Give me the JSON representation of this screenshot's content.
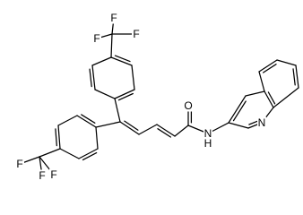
{
  "molecule": {
    "labels": {
      "cf3_top_f1": "F",
      "cf3_top_f2": "F",
      "cf3_top_f3": "F",
      "cf3_left_f1": "F",
      "cf3_left_f2": "F",
      "cf3_left_f3": "F",
      "carbonyl_o": "O",
      "amide_n": "N",
      "amide_h": "H",
      "quinoline_n": "N"
    }
  }
}
